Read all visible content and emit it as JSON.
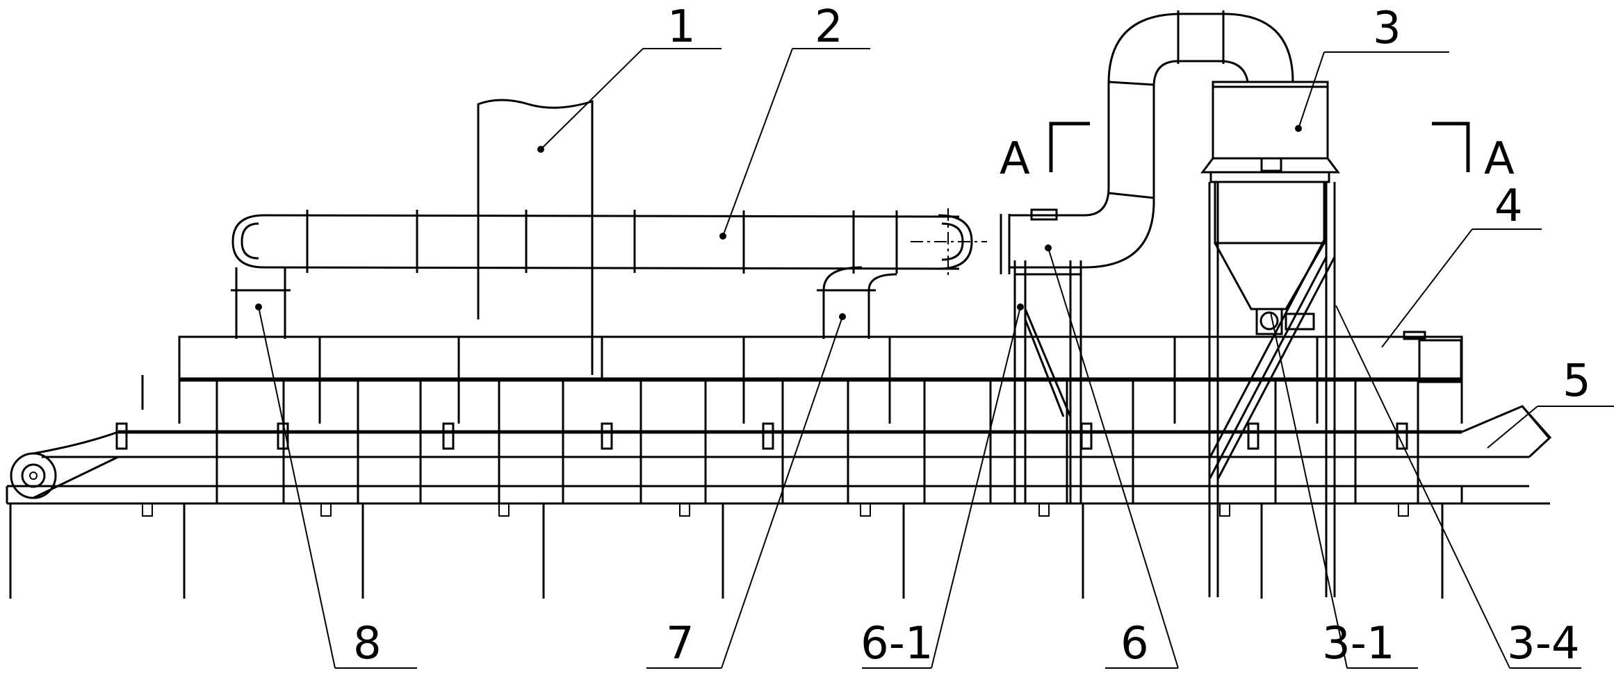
{
  "labels": {
    "l1": "1",
    "l2": "2",
    "l3": "3",
    "l4": "4",
    "l5": "5",
    "l6": "6",
    "l6_1": "6-1",
    "l7": "7",
    "l8": "8",
    "l3_1": "3-1",
    "l3_4": "3-4"
  },
  "section": {
    "left": "A",
    "right": "A"
  }
}
